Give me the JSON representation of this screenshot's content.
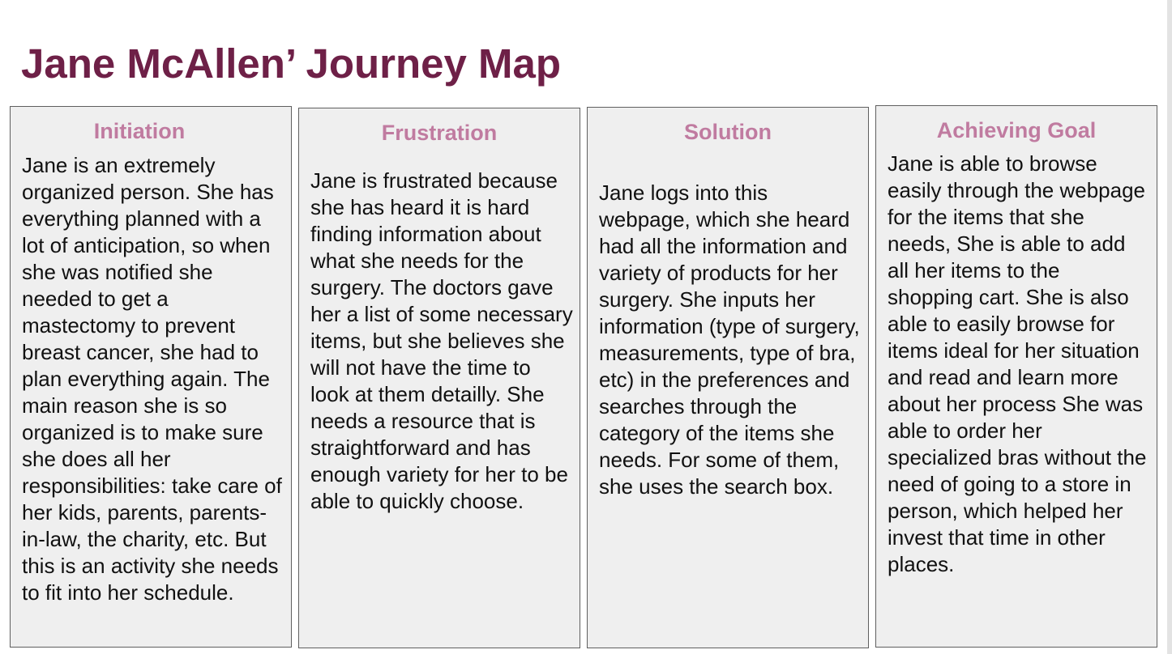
{
  "title": "Jane McAllen’ Journey Map",
  "stages": [
    {
      "heading": "Initiation",
      "text": "Jane is an extremely organized person. She has everything planned with a lot of anticipation, so when she was notified she needed to get a mastectomy to prevent breast cancer, she had to plan everything again. The main reason she is so organized is to make sure she does all her responsibilities: take care of her kids, parents, parents-in-law, the charity, etc. But this is an activity she needs to fit into her schedule."
    },
    {
      "heading": "Frustration",
      "text": "Jane is frustrated because she has heard it is hard finding information about what she needs for the surgery. The doctors gave her a list of some necessary items, but she believes she will not have the time to look at them detailly. She needs a resource that is straightforward and has enough variety for her to be able to quickly choose."
    },
    {
      "heading": "Solution",
      "text": "Jane logs into this webpage, which she heard had all the information and variety of products for her surgery. She inputs her information (type of surgery, measurements, type of bra, etc) in the preferences and searches through the category of the items she needs. For some of them, she uses the search box."
    },
    {
      "heading": "Achieving Goal",
      "text": "Jane is able to browse easily through the webpage for the items that she needs, She is able to add all her items to the shopping cart. She is also able to easily browse for items ideal for her situation and read and learn more about her process She was able to order her specialized bras without the need of going to a store in person, which helped her invest that time in other places."
    }
  ],
  "colors": {
    "title": "#6e2047",
    "heading": "#c07ba0",
    "card_background": "#efefef",
    "card_border": "#5f5f5f",
    "body_text": "#111111"
  }
}
